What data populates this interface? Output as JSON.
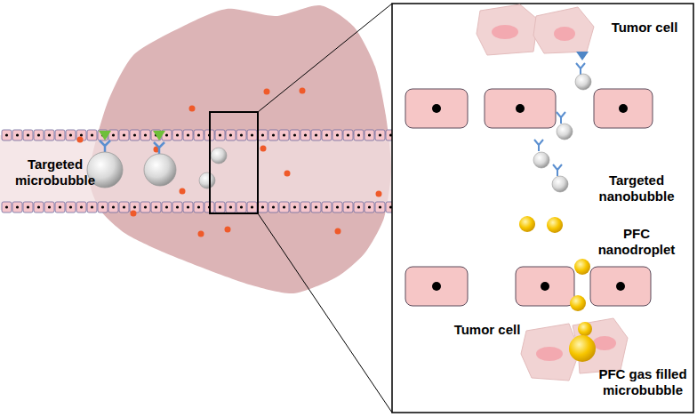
{
  "diagram": {
    "labels": [
      "Targeted microbubble",
      "Tumor cell",
      "Targeted nanobubble",
      "PFC nanodroplet",
      "Tumor cell",
      "PFC gas filled microbubble"
    ]
  }
}
